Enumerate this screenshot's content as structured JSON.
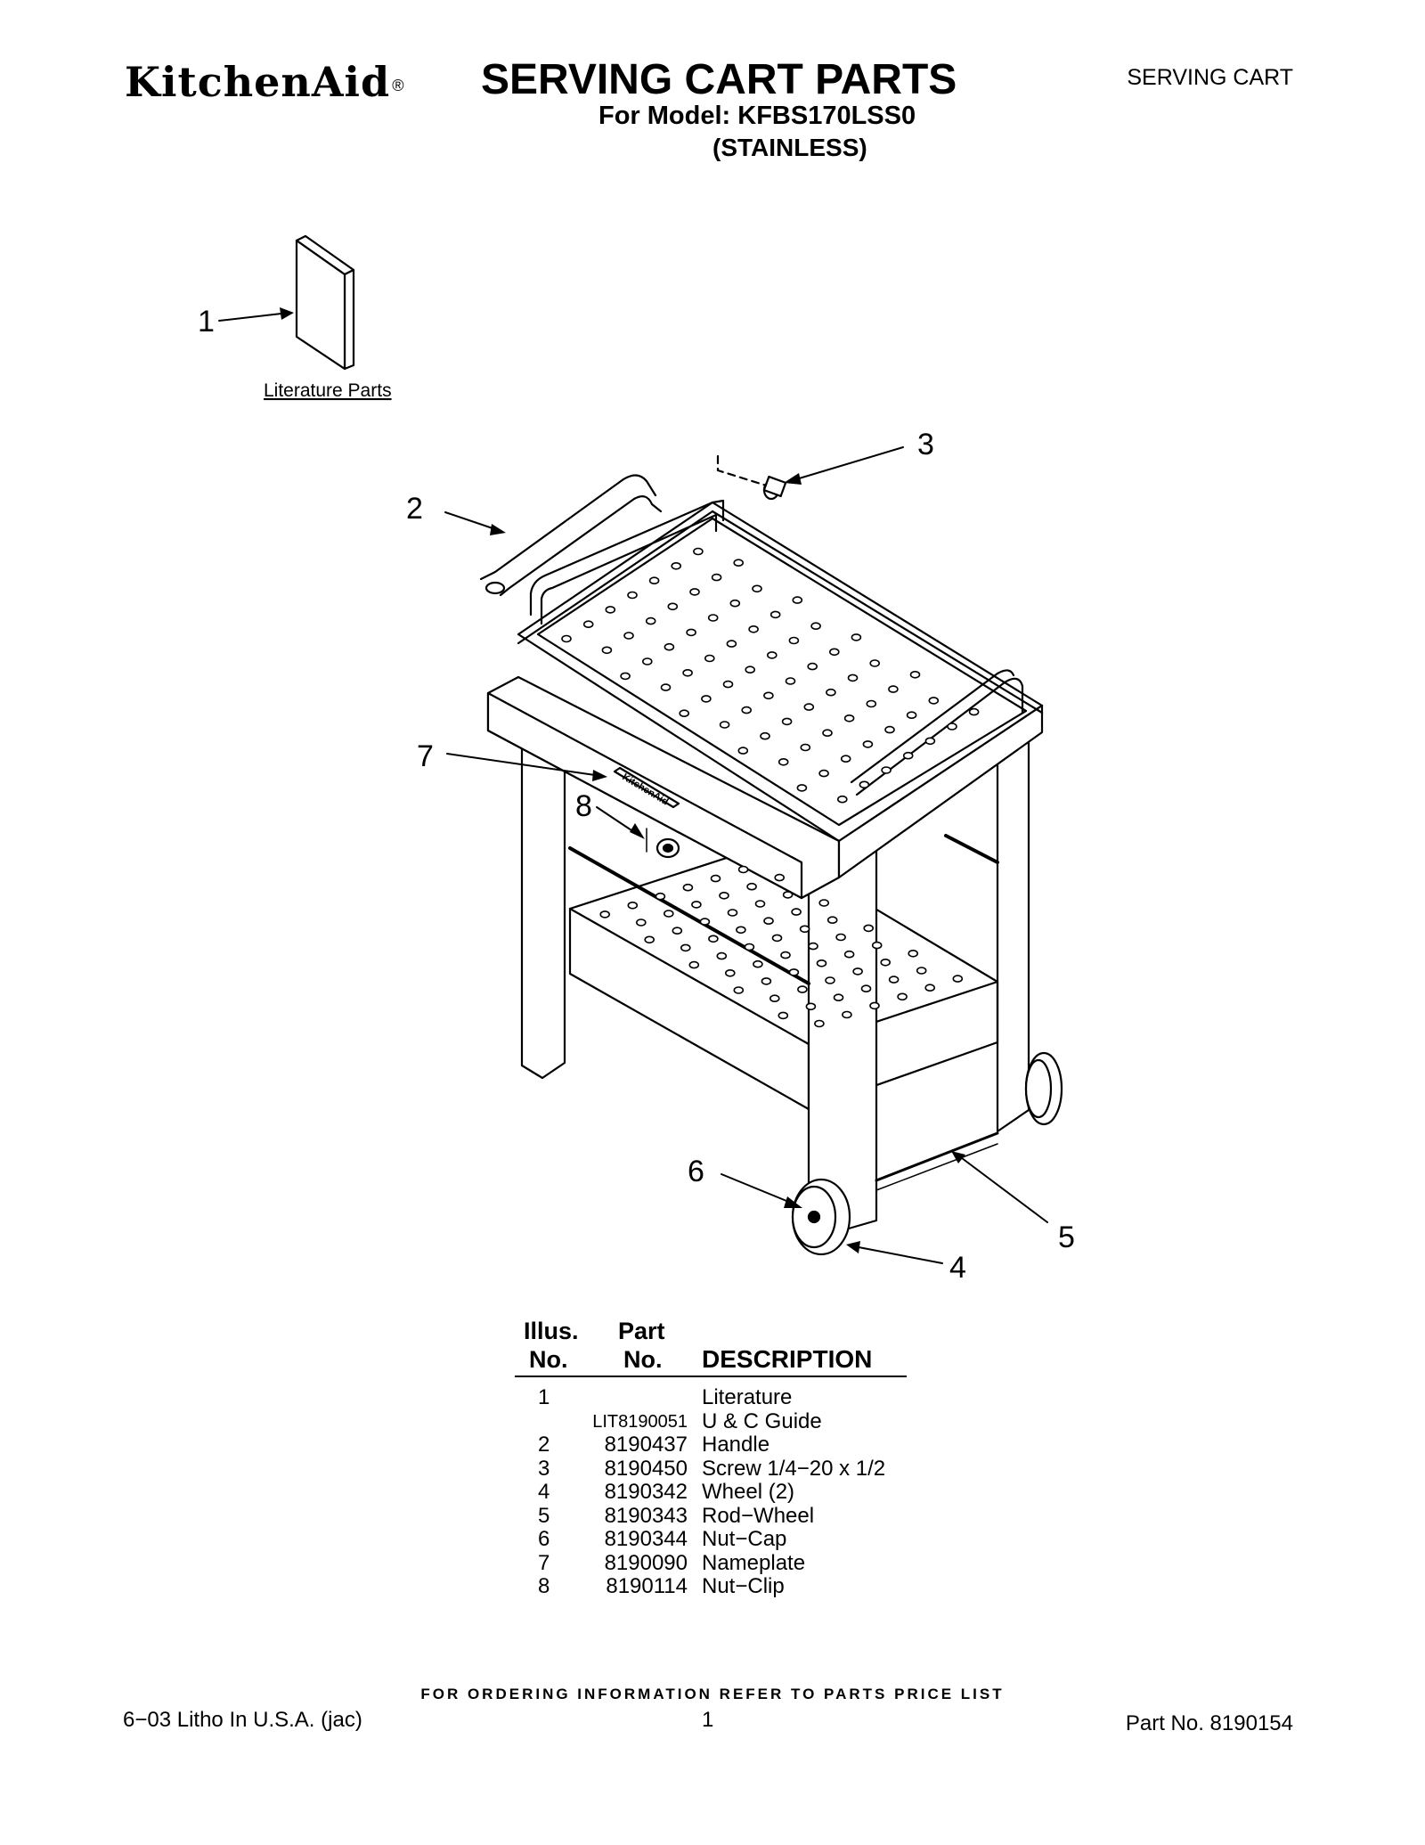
{
  "header": {
    "brand": "KitchenAid",
    "brand_mark": "®",
    "title": "SERVING CART PARTS",
    "corner_label": "SERVING CART",
    "model_line": "For Model: KFBS170LSS0",
    "finish": "(STAINLESS)"
  },
  "diagram": {
    "literature_caption": "Literature Parts",
    "nameplate_text": "KitchenAid",
    "callouts": [
      "1",
      "2",
      "3",
      "4",
      "5",
      "6",
      "7",
      "8"
    ]
  },
  "parts_table": {
    "headers": {
      "illus_top": "Illus.",
      "illus_bottom": "No.",
      "part_top": "Part",
      "part_bottom": "No.",
      "description": "DESCRIPTION"
    },
    "rows": [
      {
        "illus": "1",
        "part": "",
        "description": "Literature"
      },
      {
        "illus": "",
        "part": "LIT8190051",
        "description": "U & C Guide"
      },
      {
        "illus": "2",
        "part": "8190437",
        "description": "Handle"
      },
      {
        "illus": "3",
        "part": "8190450",
        "description": "Screw 1/4−20 x 1/2"
      },
      {
        "illus": "4",
        "part": "8190342",
        "description": "Wheel (2)"
      },
      {
        "illus": "5",
        "part": "8190343",
        "description": "Rod−Wheel"
      },
      {
        "illus": "6",
        "part": "8190344",
        "description": "Nut−Cap"
      },
      {
        "illus": "7",
        "part": "8190090",
        "description": "Nameplate"
      },
      {
        "illus": "8",
        "part": "8190114",
        "description": "Nut−Clip"
      }
    ]
  },
  "footer": {
    "order_note": "FOR ORDERING INFORMATION REFER TO PARTS PRICE LIST",
    "litho": "6−03 Litho In U.S.A. (jac)",
    "page_number": "1",
    "part_number": "Part No. 8190154"
  }
}
